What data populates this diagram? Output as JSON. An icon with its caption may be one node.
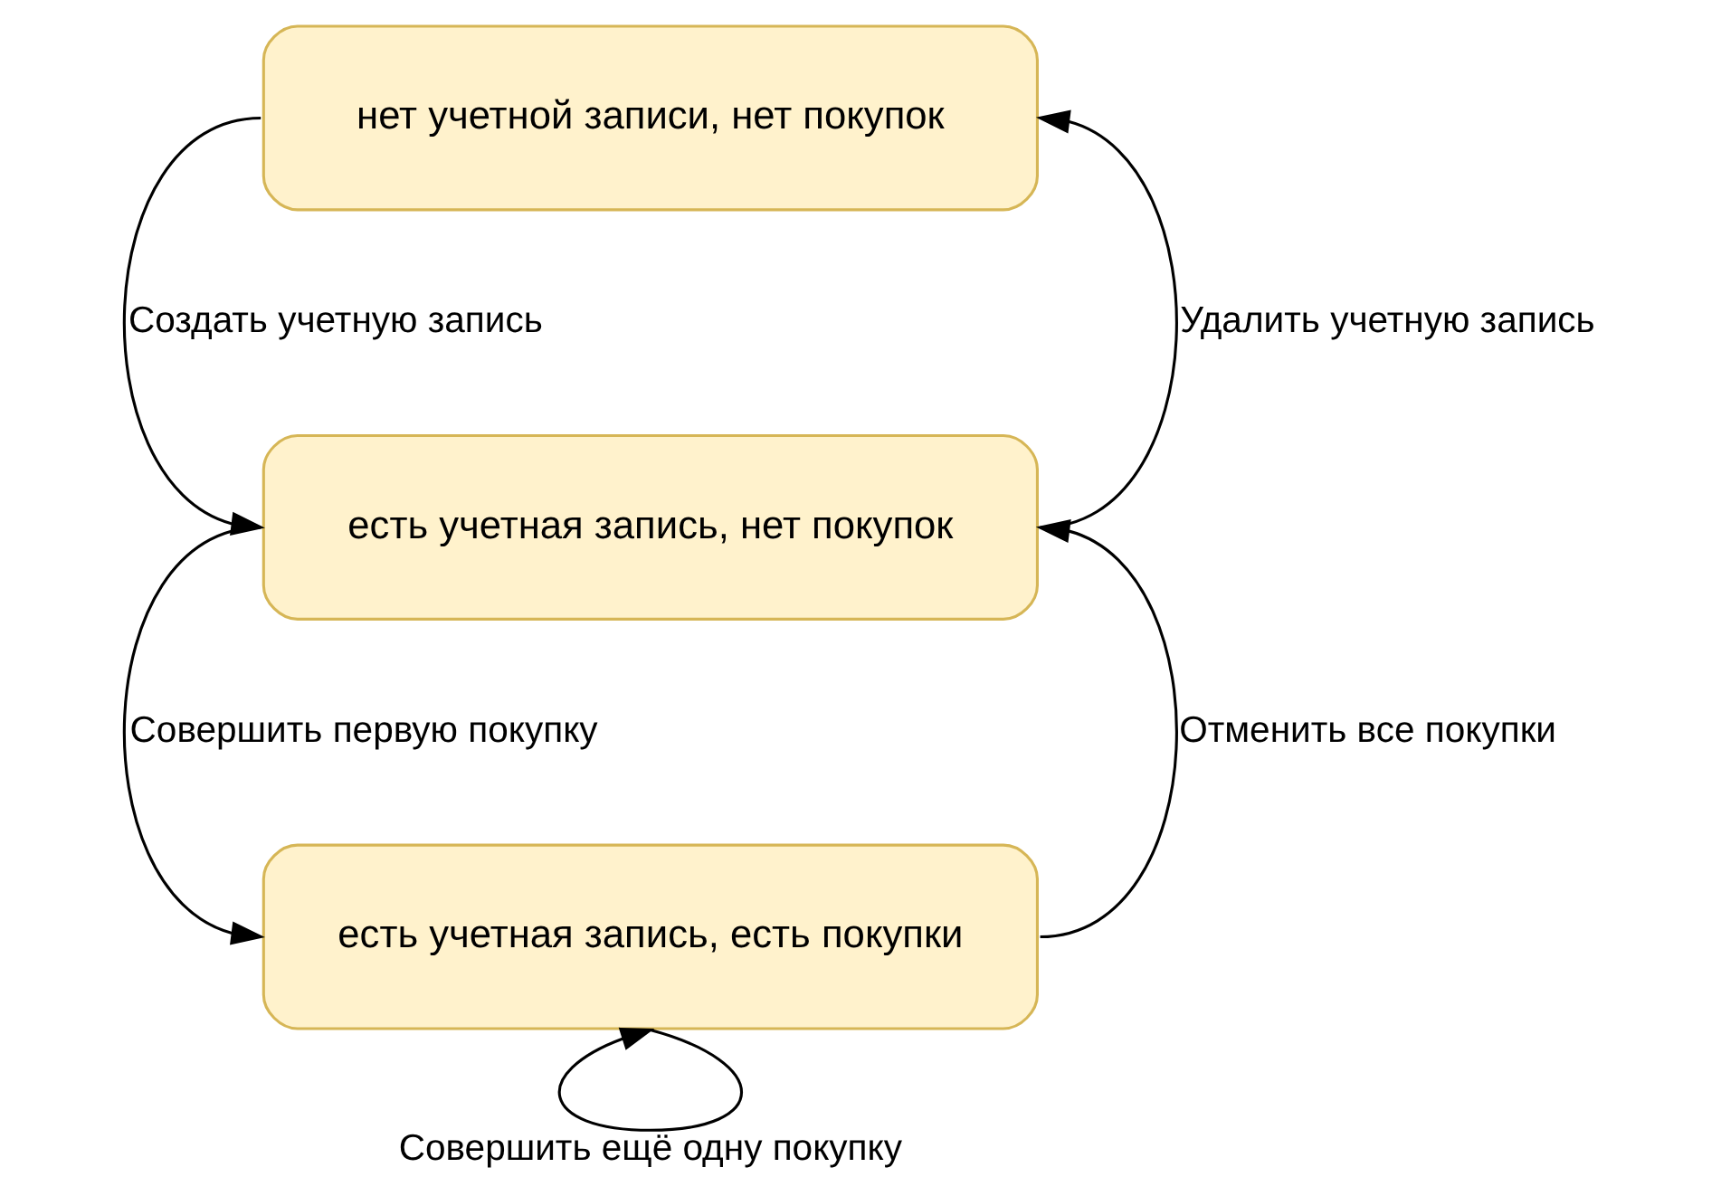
{
  "diagram": {
    "nodes": [
      {
        "text": [
          "нет учетной записи, нет покупок"
        ]
      },
      {
        "text": [
          "есть учетная запись, нет покупок"
        ]
      },
      {
        "text": [
          "есть учетная запись, есть покупки"
        ]
      }
    ],
    "edges": [
      {
        "from": 0,
        "to": 1,
        "arrow": "to",
        "label": "Создать учетную запись"
      },
      {
        "from": 1,
        "to": 0,
        "arrow": "to",
        "label": "Удалить учетную запись"
      },
      {
        "from": 1,
        "to": 2,
        "arrow": "to",
        "label": "Совершить первую покупку"
      },
      {
        "from": 2,
        "to": 1,
        "arrow": "to",
        "label": "Отменить все покупки"
      },
      {
        "from": 2,
        "to": 2,
        "arrow": "to",
        "label": "Совершить ещё одну покупку"
      }
    ]
  }
}
